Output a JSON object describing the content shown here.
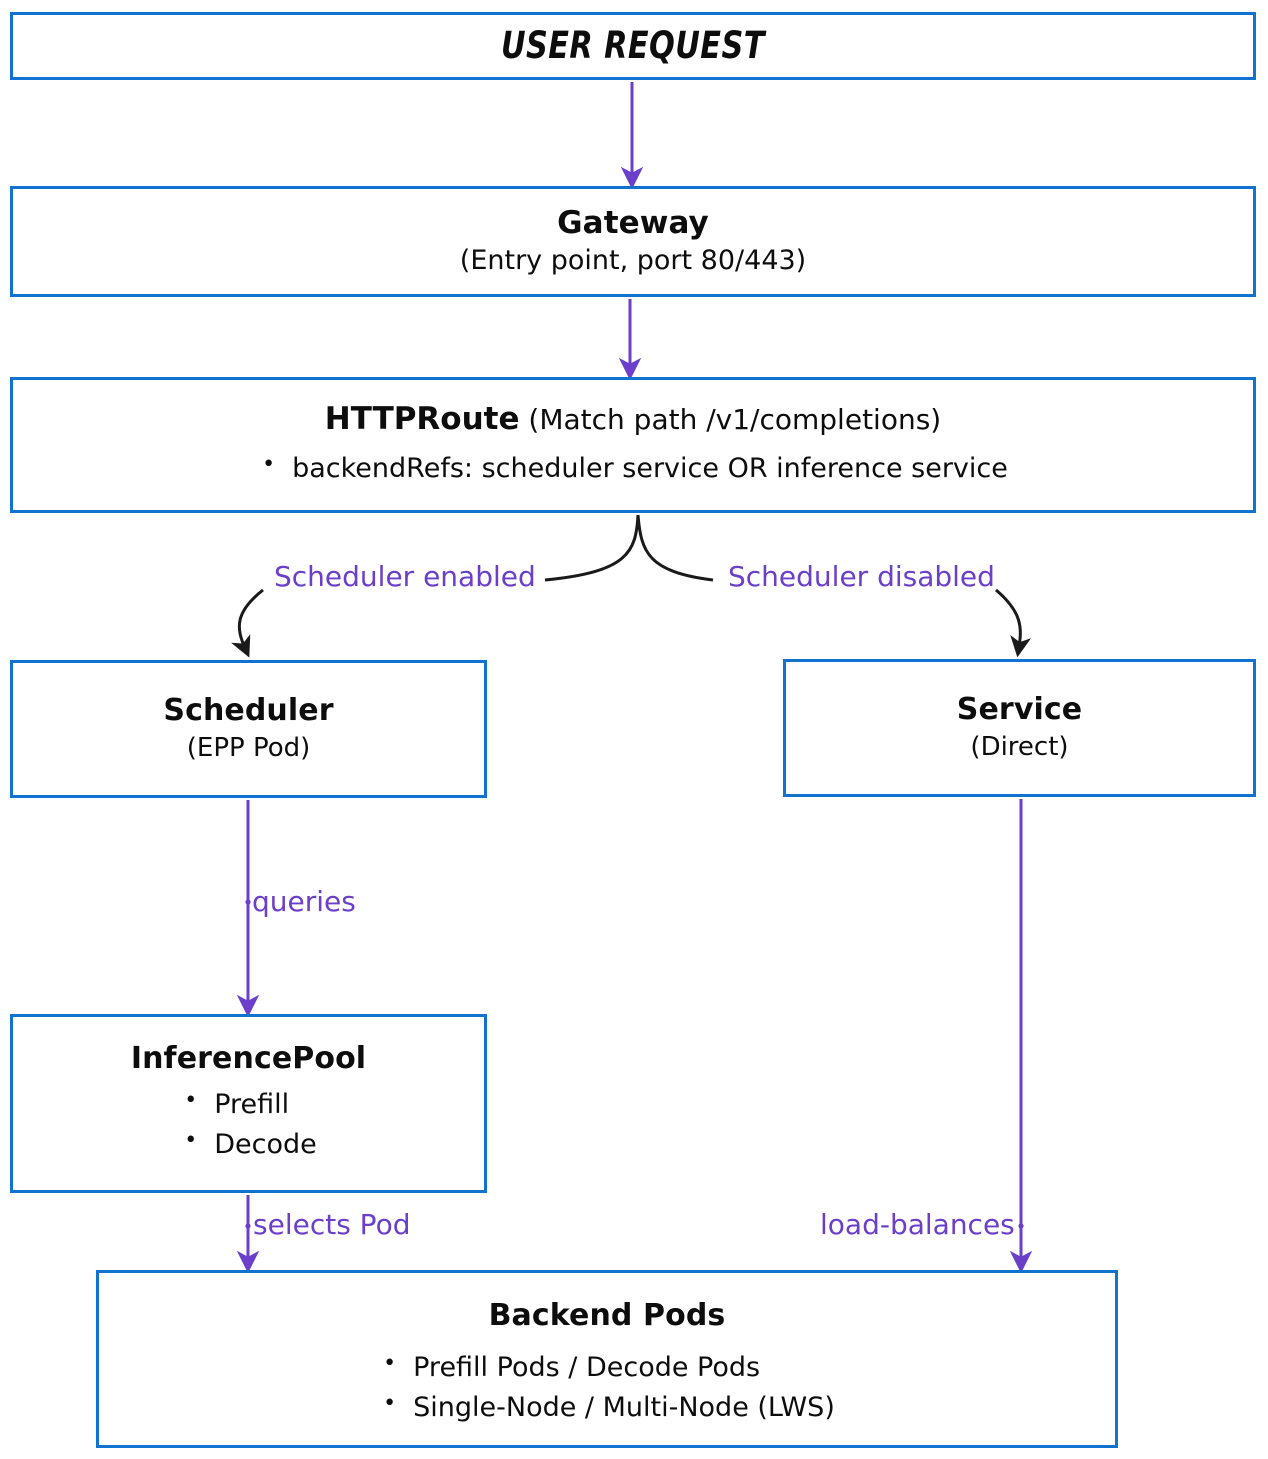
{
  "diagram": {
    "title": "Gateway inference request routing flow",
    "colors": {
      "node_border": "#1272cf",
      "arrow_purple": "#6b3fc9",
      "arrow_black": "#1a1a1a",
      "text": "#0d0d0d",
      "background": "#ffffff"
    },
    "nodes": {
      "user_request": {
        "title": "USER REQUEST"
      },
      "gateway": {
        "title": "Gateway",
        "subtitle": "(Entry point, port 80/443)"
      },
      "httproute": {
        "title": "HTTPRoute",
        "title_suffix": " (Match path /v1/completions)",
        "bullets": [
          "backendRefs: scheduler service OR inference service"
        ]
      },
      "scheduler": {
        "title": "Scheduler",
        "subtitle": "(EPP Pod)"
      },
      "service": {
        "title": "Service",
        "subtitle": "(Direct)"
      },
      "inferencepool": {
        "title": "InferencePool",
        "bullets": [
          "Prefill",
          "Decode"
        ]
      },
      "backendpods": {
        "title": "Backend Pods",
        "bullets": [
          "Prefill Pods / Decode Pods",
          "Single-Node / Multi-Node (LWS)"
        ]
      }
    },
    "edges": {
      "user_to_gateway": {
        "label": ""
      },
      "gateway_to_httproute": {
        "label": ""
      },
      "httproute_to_scheduler": {
        "label": "Scheduler enabled"
      },
      "httproute_to_service": {
        "label": "Scheduler disabled"
      },
      "scheduler_to_inferencepool": {
        "label": "queries"
      },
      "inferencepool_to_backendpods": {
        "label": "selects Pod"
      },
      "service_to_backendpods": {
        "label": "load-balances"
      }
    }
  }
}
